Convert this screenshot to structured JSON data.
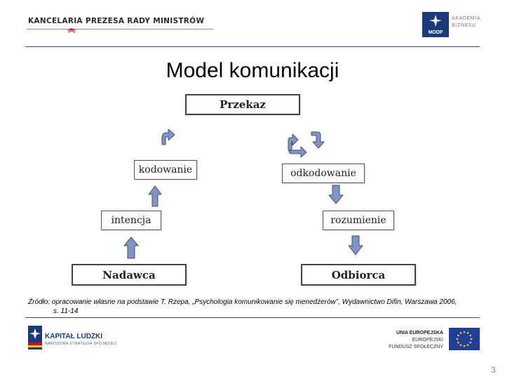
{
  "header": {
    "org_name": "KANCELARIA PREZESA RADY MINISTRÓW",
    "partner_logo_label": "MDDP",
    "partner_name_line1": "AKADEMIA",
    "partner_name_line2": "BIZNESU"
  },
  "slide": {
    "title": "Model komunikacji"
  },
  "diagram": {
    "przekaz": "Przekaz",
    "kodowanie": "kodowanie",
    "odkodowanie": "odkodowanie",
    "intencja": "intencja",
    "rozumienie": "rozumienie",
    "nadawca": "Nadawca",
    "odbiorca": "Odbiorca"
  },
  "source": {
    "line1": "Źródło: opracowanie własne na podstawie T. Rzepa, „Psychologia komunikowanie się menedżerów”, Wydawnictwo Difin, Warszawa 2006,",
    "line2": "s. 11-14"
  },
  "footer": {
    "kl_name": "KAPITAŁ LUDZKI",
    "kl_sub": "NARODOWA STRATEGIA SPÓJNOŚCI",
    "eu_line1": "UNIA EUROPEJSKA",
    "eu_line2": "EUROPEJSKI",
    "eu_line3": "FUNDUSZ SPOŁECZNY",
    "page_number": "3"
  },
  "colors": {
    "arrow_fill": "#7f95c7",
    "arrow_stroke": "#4a4f5c",
    "rule": "#3a4f7a",
    "eu_blue": "#1f3f99",
    "eu_star": "#ffcc00"
  }
}
